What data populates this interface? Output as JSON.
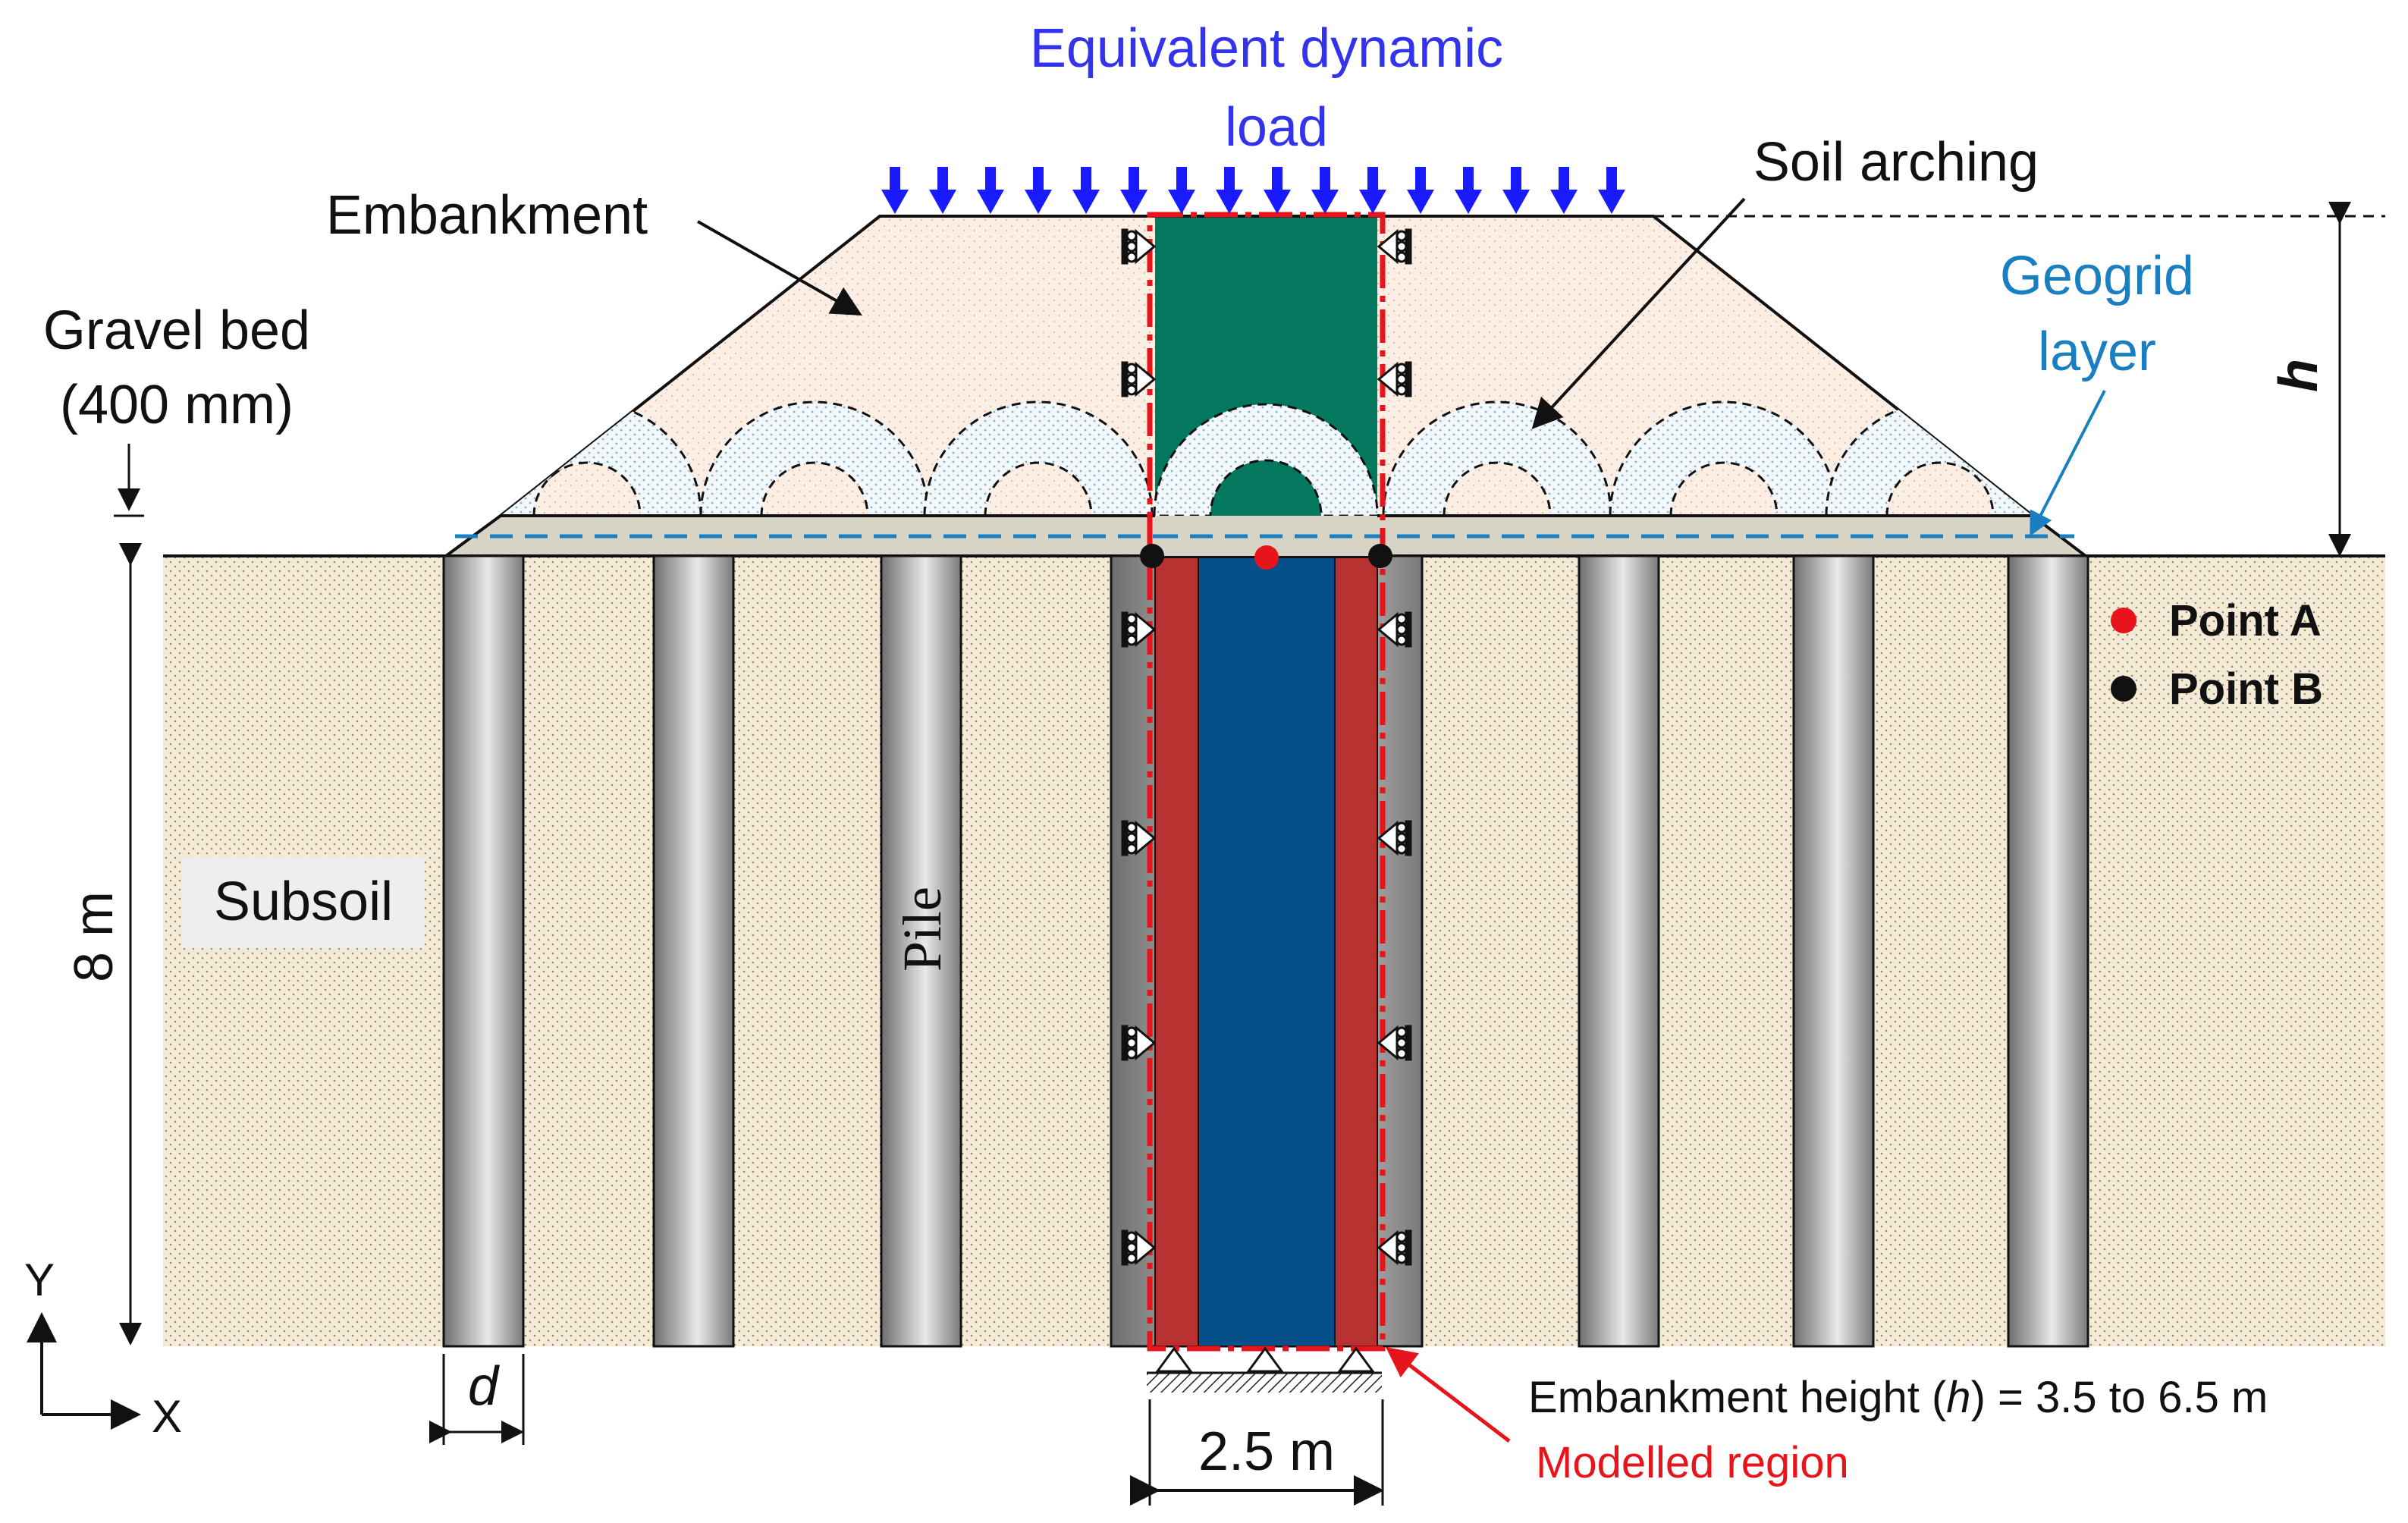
{
  "labels": {
    "load_line1": "Equivalent dynamic",
    "load_line2": "load",
    "soil_arching": "Soil arching",
    "embankment": "Embankment",
    "gravel_bed_line1": "Gravel bed",
    "gravel_bed_line2": "(400 mm)",
    "geogrid_line1": "Geogrid",
    "geogrid_line2": "layer",
    "h": "h",
    "subsoil": "Subsoil",
    "pile": "Pile",
    "depth": "8 m",
    "diameter": "d",
    "width": "2.5 m",
    "axis_y": "Y",
    "axis_x": "X",
    "height_prefix": "Embankment height (",
    "height_var": "h",
    "height_suffix": ") = 3.5 to 6.5 m",
    "modelled_region": "Modelled region"
  },
  "legend": [
    {
      "label": "Point A",
      "color": "#e8141b"
    },
    {
      "label": "Point B",
      "color": "#111111"
    }
  ],
  "colors": {
    "load_text": "#3333ee",
    "load_arrow": "#1a1aff",
    "geogrid": "#1a7fc1",
    "modelled": "#e8141b",
    "embankment_fill": "#fbeee5",
    "subsoil_fill": "#f1e9d6",
    "model_green": "#03785f",
    "model_red": "#b83232",
    "model_blue": "#05508a",
    "pile_gray": "#9a9a9a"
  }
}
